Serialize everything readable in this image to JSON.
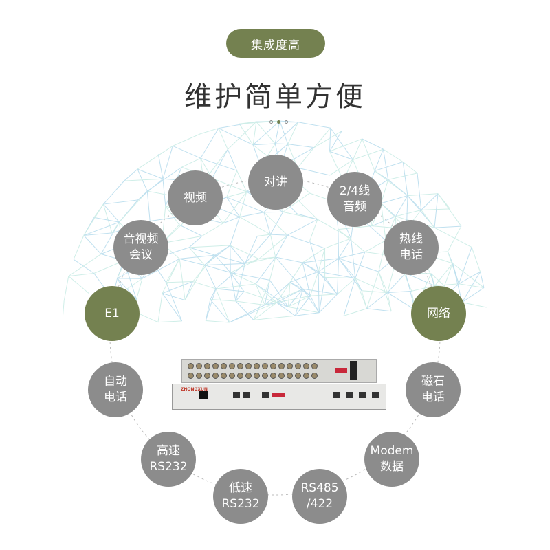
{
  "badge": "集成度高",
  "title": "维护简单方便",
  "colors": {
    "accent": "#748150",
    "node": "#8c8c8c"
  },
  "device": {
    "brand": "Zhongxun"
  },
  "nodes": [
    {
      "label": "视频",
      "green": false
    },
    {
      "label": "对讲",
      "green": false
    },
    {
      "label": "2/4线\n音频",
      "green": false
    },
    {
      "label": "热线\n电话",
      "green": false
    },
    {
      "label": "网络",
      "green": true
    },
    {
      "label": "磁石\n电话",
      "green": false
    },
    {
      "label": "Modem\n数据",
      "green": false
    },
    {
      "label": "RS485\n/422",
      "green": false
    },
    {
      "label": "低速\nRS232",
      "green": false
    },
    {
      "label": "高速\nRS232",
      "green": false
    },
    {
      "label": "自动\n电话",
      "green": false
    },
    {
      "label": "E1",
      "green": true
    },
    {
      "label": "音视频\n会议",
      "green": false
    }
  ]
}
